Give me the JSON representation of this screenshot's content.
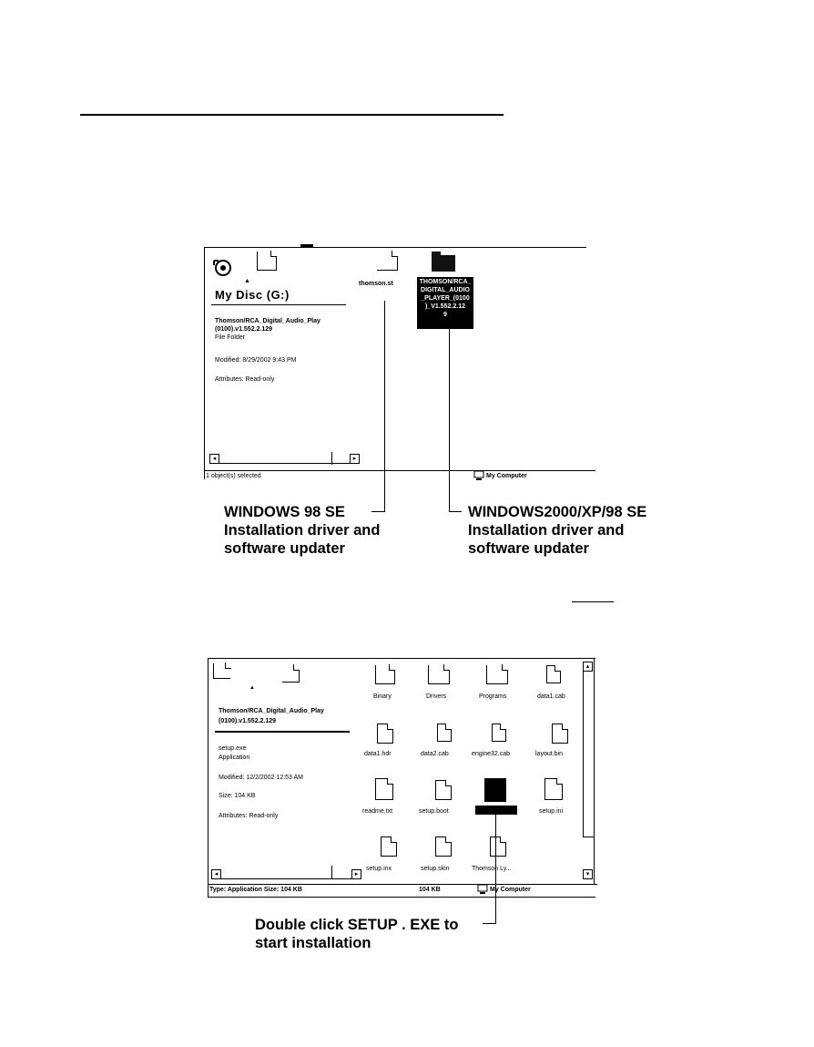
{
  "shot1": {
    "pane_title": "My Disc (G:)",
    "info_lines": [
      "Thomson/RCA_Digital_Audio_Play",
      "(0100).v1.552.2.129",
      "File Folder"
    ],
    "modified": "Modified: 8/29/2002 9:43 PM",
    "attributes": "Attributes: Read-only",
    "file_label": "thomson.st",
    "selected_lines": [
      "THOMSON/RCA_",
      "DIGITAL_AUDIO",
      "_PLAYER_(0100",
      ")_V1.552.2.12",
      "9"
    ],
    "status_left": "1 object(s) selected",
    "status_right": "My Computer",
    "left_callout": [
      "WINDOWS 98 SE",
      "Installation driver and",
      "software updater"
    ],
    "right_callout": [
      "WINDOWS2000/XP/98 SE",
      "Installation driver and",
      "software updater"
    ]
  },
  "shot2": {
    "info_title_lines": [
      "Thomson/RCA_Digital_Audio_Play",
      "(0100).v1.552.2.129"
    ],
    "file_name": "setup.exe",
    "file_type": "Application",
    "modified": "Modified: 12/2/2002 12:53 AM",
    "size": "Size: 104 KB",
    "attributes": "Attributes: Read-only",
    "icons": [
      {
        "label": "Binary",
        "kind": "folder"
      },
      {
        "label": "Drivers",
        "kind": "folder"
      },
      {
        "label": "Programs",
        "kind": "folder"
      },
      {
        "label": "data1.cab",
        "kind": "doc"
      },
      {
        "label": "data1.hdr",
        "kind": "app"
      },
      {
        "label": "data2.cab",
        "kind": "doc"
      },
      {
        "label": "engine32.cab",
        "kind": "doc"
      },
      {
        "label": "layout.bin",
        "kind": "app"
      },
      {
        "label": "readme.txt",
        "kind": "text"
      },
      {
        "label": "setup.boot",
        "kind": "app"
      },
      {
        "label": "",
        "kind": "selected"
      },
      {
        "label": "setup.ini",
        "kind": "text"
      },
      {
        "label": "setup.inx",
        "kind": "app"
      },
      {
        "label": "setup.skin",
        "kind": "app"
      },
      {
        "label": "Thomson Ly...",
        "kind": "app"
      }
    ],
    "status_left": "Type: Application Size: 104 KB",
    "status_mid": "104 KB",
    "status_right": "My Computer",
    "callout": [
      "Double click SETUP . EXE to",
      "start installation"
    ]
  }
}
